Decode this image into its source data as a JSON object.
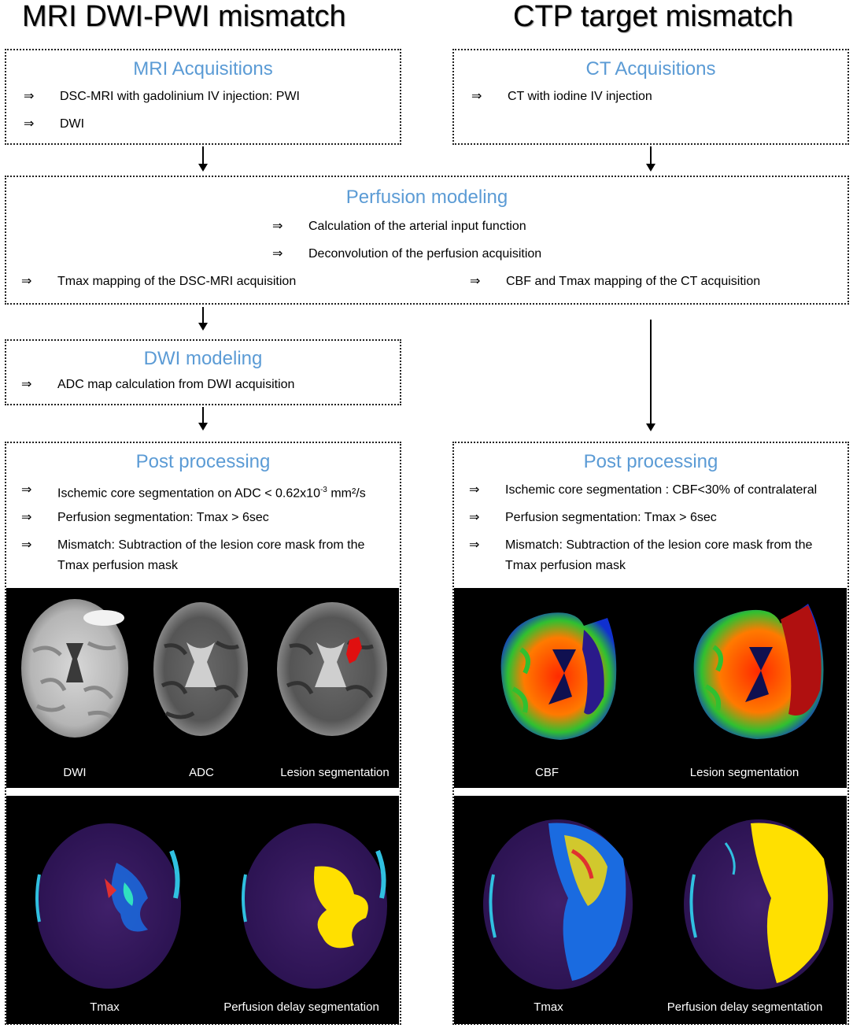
{
  "titles": {
    "left": "MRI DWI-PWI mismatch",
    "right": "CTP target mismatch"
  },
  "arrow_symbol": "⇒",
  "mri_acquisitions": {
    "title": "MRI Acquisitions",
    "items": [
      "DSC-MRI with gadolinium IV injection: PWI",
      "DWI"
    ]
  },
  "ct_acquisitions": {
    "title": "CT Acquisitions",
    "items": [
      "CT with iodine IV injection"
    ]
  },
  "perfusion_modeling": {
    "title": "Perfusion modeling",
    "center_items": [
      "Calculation of the arterial input function",
      "Deconvolution of the perfusion acquisition"
    ],
    "left_item": "Tmax mapping of the DSC-MRI acquisition",
    "right_item": "CBF and Tmax mapping of the CT acquisition"
  },
  "dwi_modeling": {
    "title": "DWI modeling",
    "items": [
      "ADC map calculation from DWI acquisition"
    ]
  },
  "post_left": {
    "title": "Post processing",
    "item1_prefix": "Ischemic core segmentation on ADC < 0.62x10",
    "item1_sup": "-3",
    "item1_suffix": " mm²/s",
    "item2": "Perfusion segmentation: Tmax > 6sec",
    "item3_line1": "Mismatch: Subtraction of the lesion core mask from the",
    "item3_line2": "Tmax perfusion mask",
    "captions_row1": [
      "DWI",
      "ADC",
      "Lesion segmentation"
    ],
    "captions_row2": [
      "Tmax",
      "Perfusion delay segmentation"
    ]
  },
  "post_right": {
    "title": "Post processing",
    "item1": "Ischemic core segmentation : CBF<30% of contralateral",
    "item2": "Perfusion segmentation: Tmax > 6sec",
    "item3_line1": "Mismatch: Subtraction of the lesion core mask from the",
    "item3_line2": "Tmax perfusion mask",
    "captions_row1": [
      "CBF",
      "Lesion segmentation"
    ],
    "captions_row2": [
      "Tmax",
      "Perfusion delay segmentation"
    ]
  },
  "colors": {
    "title_blue": "#5b9bd5",
    "panel_bg": "#000000",
    "lesion_red": "#e01010",
    "mask_yellow": "#ffe000",
    "tmax_purple": "#3a1a5e"
  }
}
